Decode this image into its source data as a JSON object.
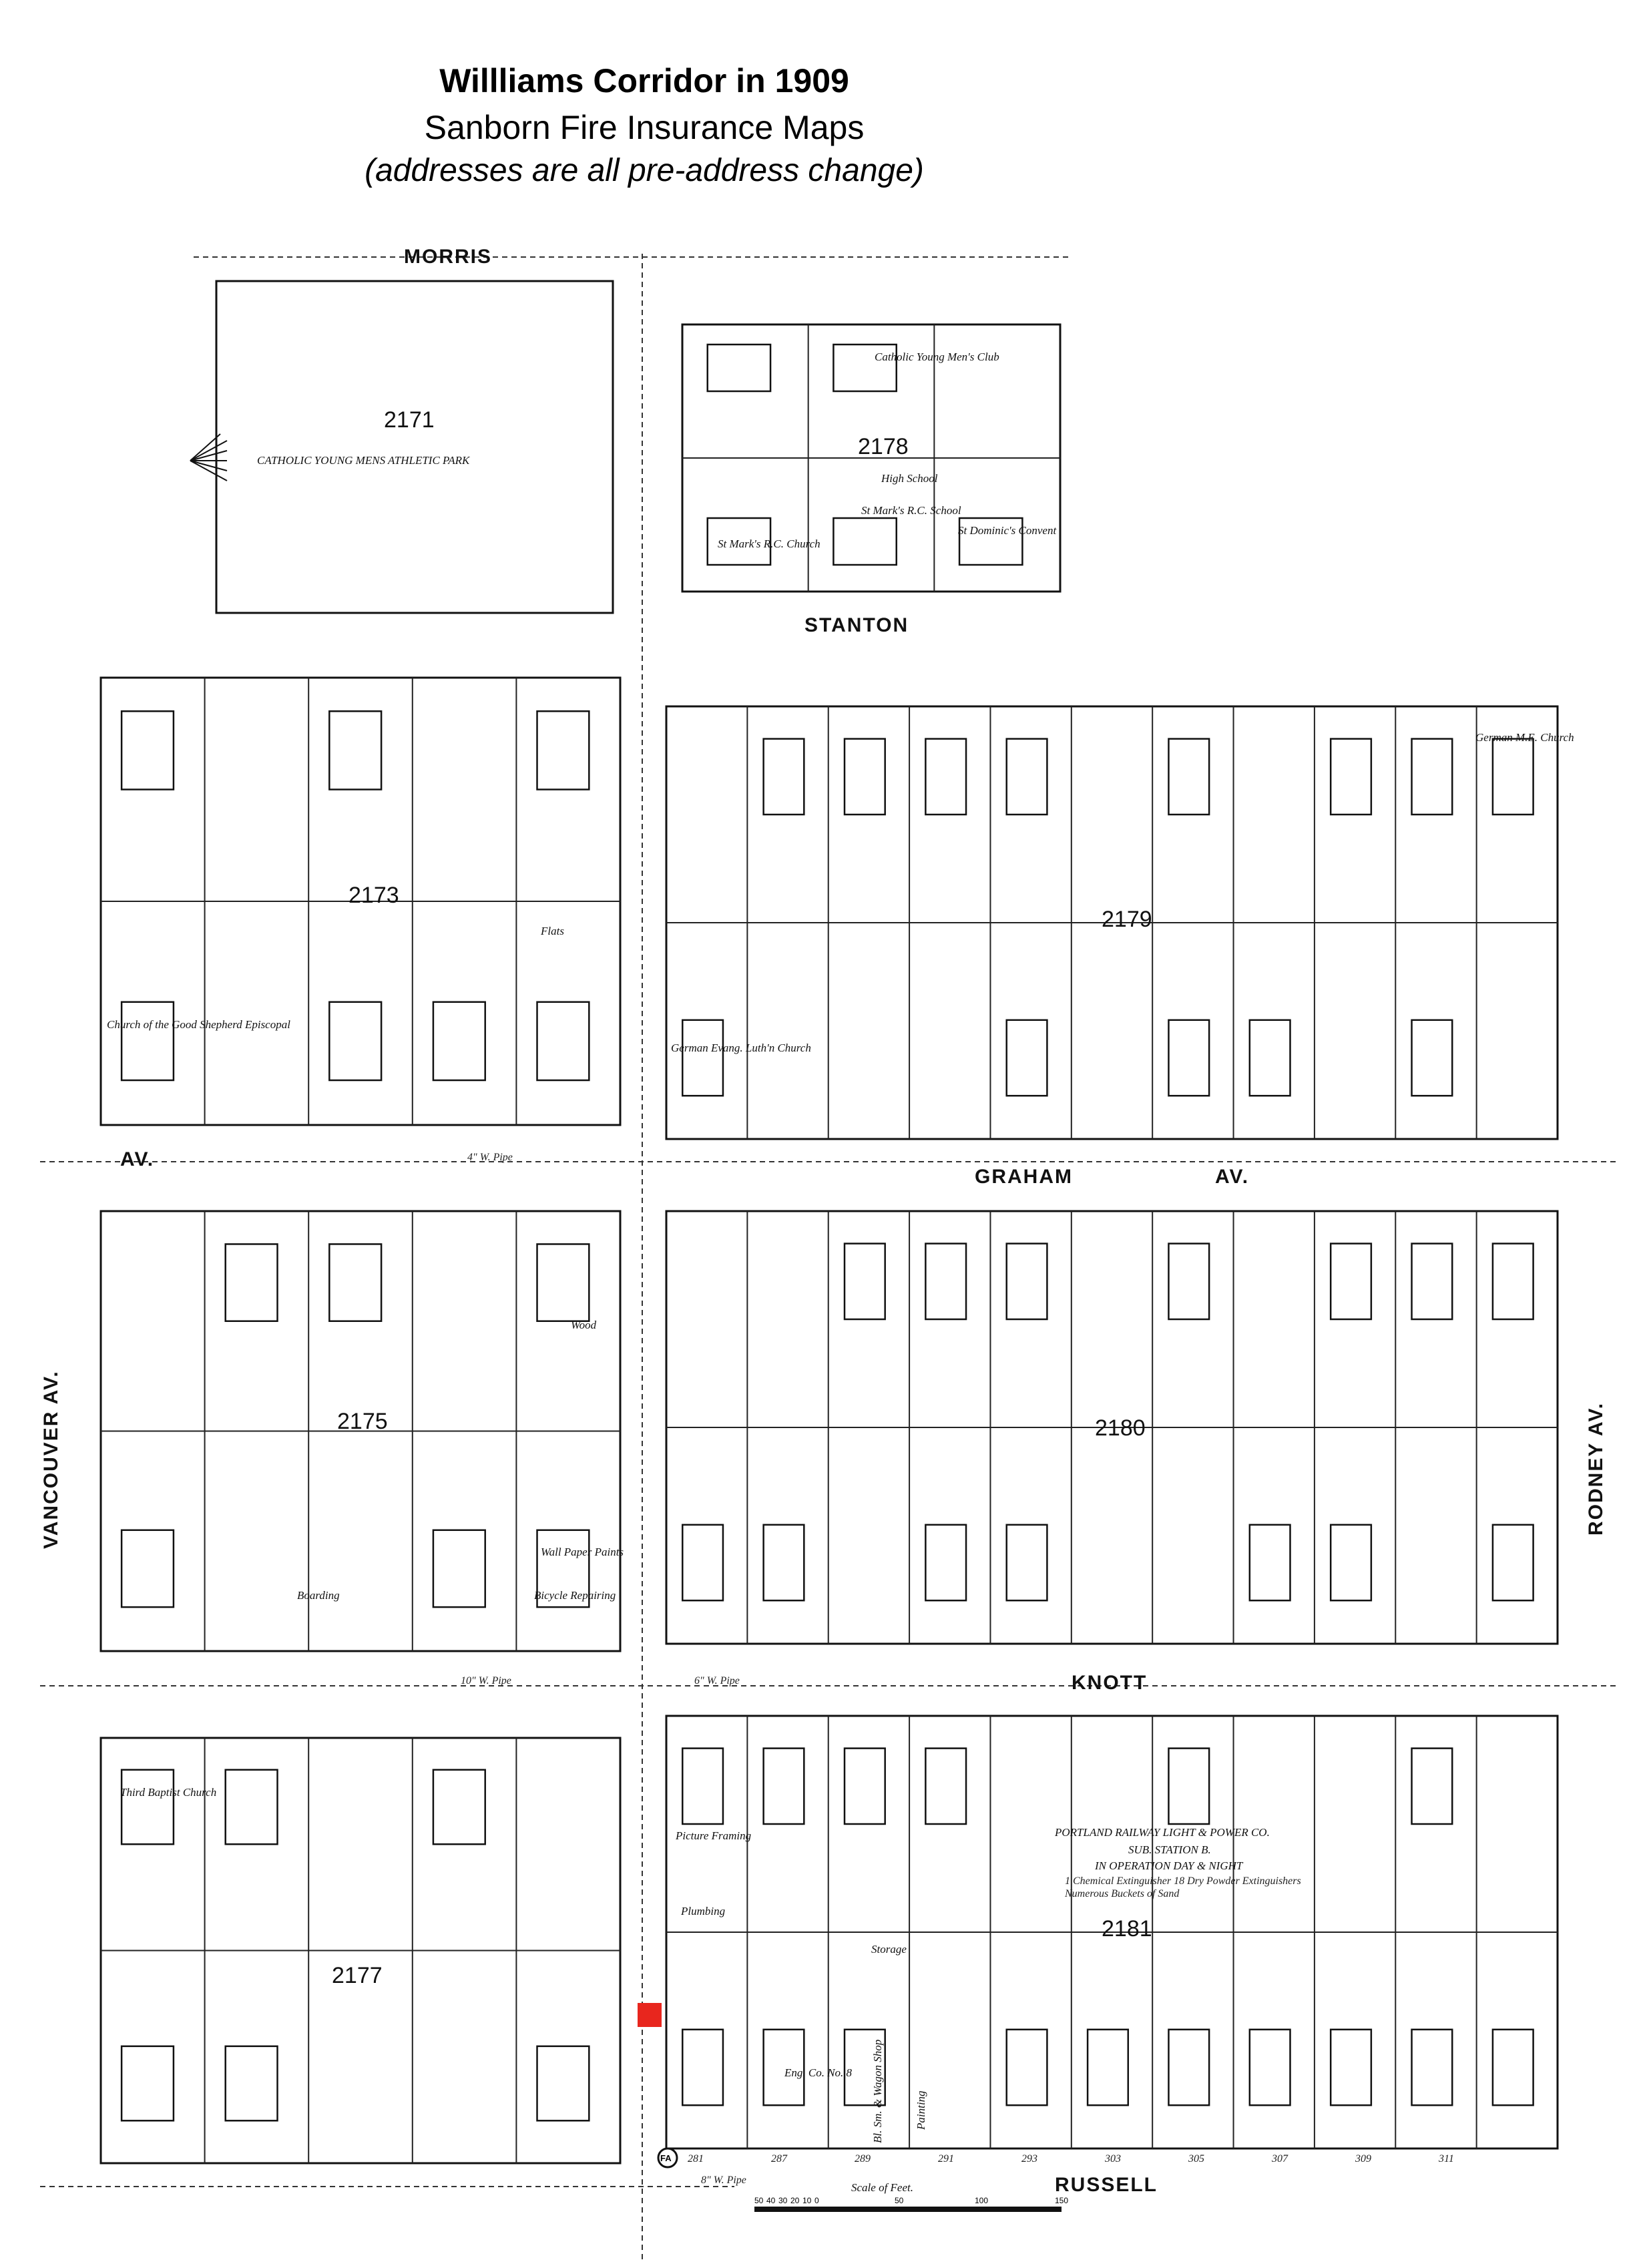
{
  "header": {
    "title": "Willliams Corridor in 1909",
    "subtitle": "Sanborn Fire Insurance Maps",
    "note": "(addresses are all pre-address change)"
  },
  "streets": {
    "morris": "MORRIS",
    "stanton": "STANTON",
    "graham": "GRAHAM",
    "graham_av": "AV.",
    "av_left": "AV.",
    "knott": "KNOTT",
    "russell": "RUSSELL",
    "vancouver": "VANCOUVER   AV.",
    "rodney": "RODNEY   AV."
  },
  "blocks": [
    "2171",
    "2178",
    "2173",
    "2179",
    "2175",
    "2180",
    "2177",
    "2181"
  ],
  "labels": {
    "park": "CATHOLIC   YOUNG   MENS   ATHLETIC   PARK",
    "cym_club": "Catholic Young Men's Club",
    "high_school": "High School",
    "school": "St Mark's R.C. School",
    "church": "St Mark's R.C. Church",
    "convent": "St Dominic's Convent",
    "good_shepherd": "Church of the Good Shepherd Episcopal",
    "flats": "Flats",
    "german_luth": "German Evang. Luth'n Church",
    "german_me": "German M.E. Church",
    "third_baptist": "Third Baptist Church",
    "wall_paper": "Wall Paper Paints",
    "bicycle": "Bicycle Repairing",
    "boarding": "Boarding",
    "wood": "Wood",
    "picture_framing": "Picture Framing",
    "plumbing": "Plumbing",
    "storage": "Storage",
    "eng_co": "Eng. Co. No. 8",
    "wagon_shop": "Bl. Sm. & Wagon Shop",
    "painting": "Painting",
    "prlp_1": "PORTLAND RAILWAY LIGHT & POWER CO.",
    "prlp_2": "SUB. STATION B.",
    "prlp_3": "IN OPERATION DAY & NIGHT",
    "prlp_4": "1 Chemical Extinguisher 18 Dry Powder Extinguishers",
    "prlp_5": "Numerous Buckets of Sand",
    "pipe_8": "8\" W. Pipe",
    "pipe_4": "4\" W. Pipe",
    "pipe_6": "6\" W. Pipe",
    "pipe_10": "10\" W. Pipe"
  },
  "addresses": {
    "russell_row": [
      "281",
      "287",
      "289",
      "291",
      "293",
      "303",
      "305",
      "307",
      "309",
      "311"
    ]
  },
  "scale": {
    "label": "Scale of Feet.",
    "ticks": [
      "50",
      "40",
      "30",
      "20",
      "10",
      "0",
      "50",
      "100",
      "150"
    ]
  },
  "colors": {
    "marker": "#e8261e"
  }
}
